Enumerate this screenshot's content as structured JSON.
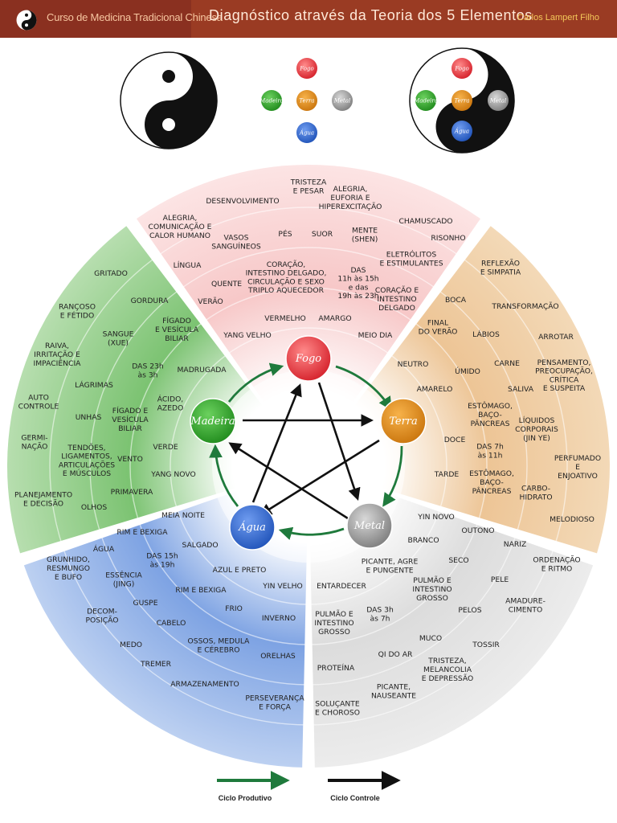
{
  "header": {
    "course": "Curso de Medicina Tradicional Chinesa",
    "title": "Diagnóstico através da Teoria dos 5 Elementos",
    "author": "Carlos Lampert Filho"
  },
  "elements": {
    "fire": "Fogo",
    "earth": "Terra",
    "metal": "Metal",
    "water": "Água",
    "wood": "Madeira"
  },
  "colors": {
    "header": "#9a3b23",
    "fire": "#e8333c",
    "earth": "#e08a1a",
    "metal": "#9a9a9a",
    "water": "#2f6bd6",
    "wood": "#3aa832",
    "productive": "#1f7a3c",
    "control": "#111111"
  },
  "icons": [
    "yin-yang-icon",
    "yin-yang-elements-icon",
    "productive-arrow-icon",
    "control-arrow-icon"
  ],
  "labels": {
    "fire": [
      "TRISTEZA\nE PESAR",
      "DESENVOLVIMENTO",
      "ALEGRIA,\nEUFORIA E\nHIPEREXCITAÇÃO",
      "CHAMUSCADO",
      "ALEGRIA,\nCOMUNICAÇÃO E\nCALOR HUMANO",
      "VASOS\nSANGUÍNEOS",
      "PÉS",
      "SUOR",
      "MENTE\n(SHEN)",
      "RISONHO",
      "ELETRÓLITOS\nE ESTIMULANTES",
      "LÍNGUA",
      "QUENTE",
      "CORAÇÃO,\nINTESTINO DELGADO,\nCIRCULAÇÃO E SEXO\nTRIPLO AQUECEDOR",
      "DAS\n11h às 15h\ne das\n19h às 23h",
      "CORAÇÃO E\nINTESTINO\nDELGADO",
      "VERÃO",
      "VERMELHO",
      "AMARGO",
      "YANG VELHO",
      "MEIO DIA"
    ],
    "earth": [
      "REFLEXÃO\nE SIMPATIA",
      "BOCA",
      "TRANSFORMAÇÃO",
      "FINAL\nDO VERÃO",
      "LÁBIOS",
      "ARROTAR",
      "NEUTRO",
      "ÚMIDO",
      "CARNE",
      "PENSAMENTO,\nPREOCUPAÇÃO,\nCRÍTICA\nE SUSPEITA",
      "AMARELO",
      "SALIVA",
      "ESTÔMAGO,\nBAÇO-\nPÂNCREAS",
      "LÍQUIDOS\nCORPORAIS\n(JIN YE)",
      "DOCE",
      "DAS 7h\nàs 11h",
      "PERFUMADO\nE\nENJOATIVO",
      "TARDE",
      "ESTÔMAGO,\nBAÇO-\nPÂNCREAS",
      "CARBO-\nHIDRATO",
      "MELODIOSO"
    ],
    "metal": [
      "YIN NOVO",
      "OUTONO",
      "BRANCO",
      "NARIZ",
      "PICANTE, AGRE\nE PUNGENTE",
      "SECO",
      "ORDENAÇÃO\nE RITMO",
      "ENTARDECER",
      "PULMÃO E\nINTESTINO\nGROSSO",
      "PELE",
      "PULMÃO E\nINTESTINO\nGROSSO",
      "DAS 3h\nàs 7h",
      "PELOS",
      "AMADURE-\nCIMENTO",
      "MUCO",
      "TOSSIR",
      "QI DO AR",
      "PROTEÍNA",
      "TRISTEZA,\nMELANCOLIA\nE DEPRESSÃO",
      "PICANTE,\nNAUSEANTE",
      "SOLUÇANTE\nE CHOROSO"
    ],
    "water": [
      "MEIA NOITE",
      "RIM E BEXIGA",
      "SALGADO",
      "ÁGUA",
      "GRUNHIDO,\nRESMUNGO\nE BUFO",
      "DAS 15h\nàs 19h",
      "AZUL E PRETO",
      "ESSÊNCIA\n(JING)",
      "RIM E BEXIGA",
      "YIN VELHO",
      "GUSPE",
      "FRIO",
      "DECOM-\nPOSIÇÃO",
      "CABELO",
      "INVERNO",
      "MEDO",
      "OSSOS, MEDULA\nE CÉREBRO",
      "ORELHAS",
      "TREMER",
      "ARMAZENAMENTO",
      "PERSEVERANÇA\nE FORÇA"
    ],
    "wood": [
      "GRITADO",
      "GORDURA",
      "RANÇOSO\nE FÉTIDO",
      "FÍGADO\nE VESÍCULA\nBILIAR",
      "SANGUE\n(XUE)",
      "RAIVA,\nIRRITAÇÃO E\nIMPACIÊNCIA",
      "DAS 23h\nàs 3h",
      "MADRUGADA",
      "LÁGRIMAS",
      "AUTO\nCONTROLE",
      "ÁCIDO,\nAZEDO",
      "UNHAS",
      "FÍGADO E\nVESÍCULA\nBILIAR",
      "GERMI-\nNAÇÃO",
      "VERDE",
      "TENDÕES,\nLIGAMENTOS,\nARTICULAÇÕES\nE MÚSCULOS",
      "VENTO",
      "YANG NOVO",
      "PRIMAVERA",
      "PLANEJAMENTO\nE DECISÃO",
      "OLHOS"
    ]
  },
  "legend": {
    "productive": "Ciclo Produtivo",
    "control": "Ciclo Controle"
  }
}
